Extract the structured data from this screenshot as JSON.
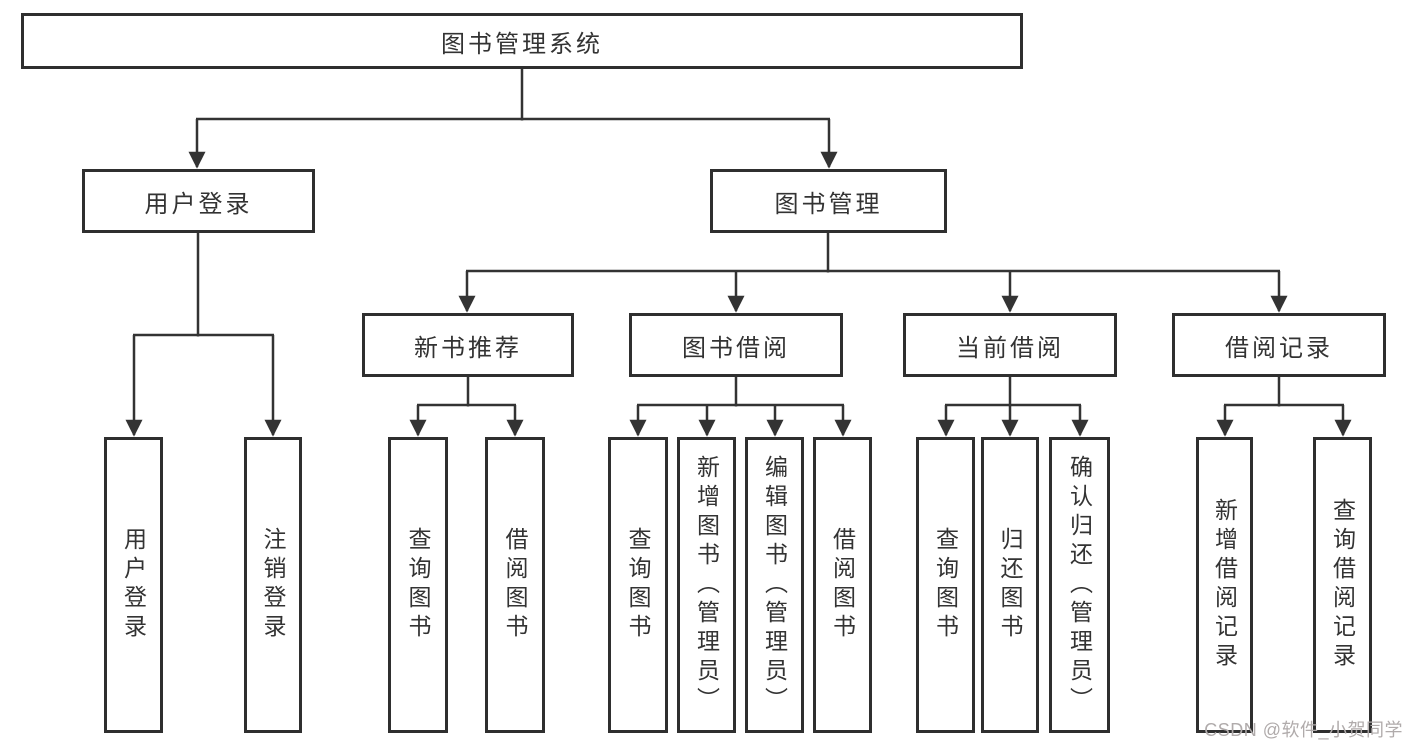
{
  "diagram_title": "图书管理系统",
  "nodes": {
    "root": "图书管理系统",
    "user_login": "用户登录",
    "book_mgmt": "图书管理",
    "new_books": "新书推荐",
    "book_borrow": "图书借阅",
    "current_borrow": "当前借阅",
    "borrow_records": "借阅记录",
    "leaf_user_login": "用户登录",
    "leaf_logout": "注销登录",
    "leaf_nb_query": "查询图书",
    "leaf_nb_borrow": "借阅图书",
    "leaf_bb_query": "查询图书",
    "leaf_bb_add": "新增图书（管理员）",
    "leaf_bb_edit": "编辑图书（管理员）",
    "leaf_bb_borrow": "借阅图书",
    "leaf_cb_query": "查询图书",
    "leaf_cb_return": "归还图书",
    "leaf_cb_confirm": "确认归还（管理员）",
    "leaf_br_add": "新增借阅记录",
    "leaf_br_query": "查询借阅记录"
  },
  "watermark": "CSDN @软件_小贺同学",
  "colors": {
    "line": "#333333",
    "box_border": "#2f2f2f",
    "box_fill": "#ffffff",
    "text": "#333333",
    "watermark": "#b0abab"
  }
}
